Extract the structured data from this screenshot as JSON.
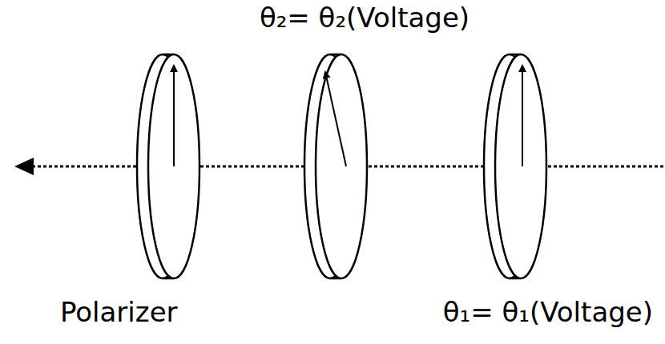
{
  "diagram": {
    "labels": [
      "θ₂= θ₂(Voltage)",
      "Polarizer",
      "θ₁= θ₁(Voltage)"
    ]
  }
}
